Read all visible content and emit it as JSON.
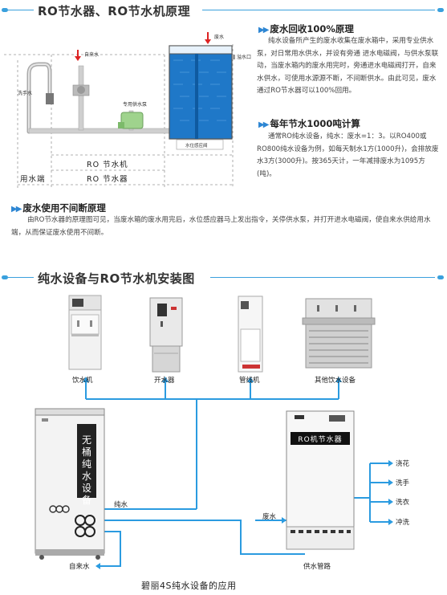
{
  "principle": {
    "title": "RO节水器、RO节水机原理",
    "diagram": {
      "faucet_label": "洗手水",
      "tap_water_label": "自来水",
      "pump_label": "专用供水泵",
      "waste_label": "废水",
      "overflow_label": "溢水口",
      "sensor_label": "水位感应阀",
      "ro_machine_label": "RO 节水机",
      "ro_saver_label": "RO 节水器",
      "end_label": "用水端"
    },
    "recycle": {
      "heading": "废水回收100%原理",
      "body": "纯水设备所产生的废水收集在废水箱中，采用专业供水泵，对日常用水供水，并设有旁通 进水电磁阀，与供水泵联动，当废水箱内的废水用完时，旁通进水电磁阀打开，自来水供水，可使用水源源不断，不间断供水。由此可见，废水通过RO节水器可以100%回用。"
    },
    "savings": {
      "heading": "每年节水1000吨计算",
      "body": "通常RO纯水设备，纯水：废水=1：3。以RO400或RO800纯水设备为例，如每天制水1方(1000升)，会排放废水3方(3000升)。按365天计，一年减排废水为1095方(吨)。"
    },
    "continuous": {
      "heading": "废水使用不间断原理",
      "body": "由RO节水器的原理图可见，当废水箱的废水用完后，水位感应器马上发出指令，关停供水泵，并打开进水电磁阀，使自来水供给用水端，从而保证废水使用不间断。"
    }
  },
  "install": {
    "title": "纯水设备与RO节水机安装图",
    "devices": [
      "饮水机",
      "开水器",
      "管线机",
      "其他饮水设备"
    ],
    "purifier_label": "无桶纯水设备",
    "saver_label": "RO机节水器",
    "pure_water_label": "纯水",
    "waste_water_label": "废水",
    "tap_water_label": "自来水",
    "supply_pipe_label": "供水管路",
    "outputs": [
      "浇花",
      "洗手",
      "洗衣",
      "冲洗"
    ],
    "caption": "碧丽4S纯水设备的应用"
  },
  "colors": {
    "accent": "#3aa0dd",
    "water": "#1f78c8",
    "pipe": "#2b9be0"
  }
}
